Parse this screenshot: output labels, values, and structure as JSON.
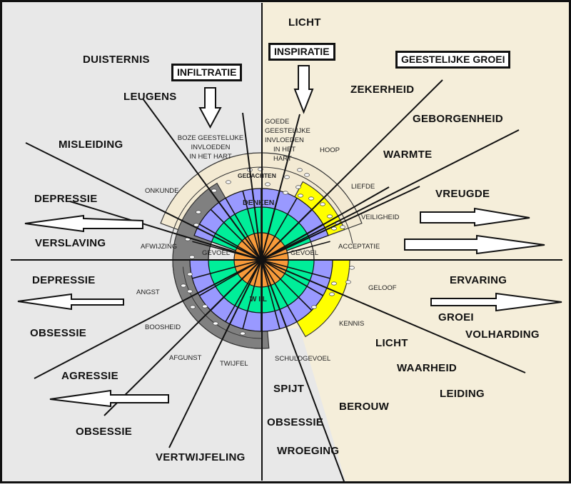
{
  "colors": {
    "left_background": "#e8e8e8",
    "right_background": "#f5eeda",
    "orange_core": "#f79a3a",
    "green_ring": "#00ee99",
    "blue_ring": "#9999ff",
    "gray_ring": "#808080",
    "yellow_ring": "#ffff00",
    "beige_arc": "#f3ead3"
  },
  "headers": {
    "infiltratie": "INFILTRATIE",
    "inspiratie": "INSPIRATIE",
    "geestelijke_groei": "GEESTELIJKE GROEI",
    "licht_top": "LICHT"
  },
  "influences": {
    "boze": [
      "BOZE GEESTELIJKE",
      "INVLOEDEN",
      "IN HET HART"
    ],
    "goede": [
      "GOEDE",
      "GEESTELIJKE",
      "INVLOEDEN",
      "IN HET",
      "HART"
    ]
  },
  "center": {
    "denken": "DENKEN",
    "gedachten": "GEDACHTEN",
    "gevoel_left": "GEVOEL",
    "gevoel_right": "GEVOEL",
    "wil": "W I L"
  },
  "inner_labels": {
    "onkunde": "ONKUNDE",
    "afwijzing": "AFWIJZING",
    "angst": "ANGST",
    "boosheid": "BOOSHEID",
    "afgunst": "AFGUNST",
    "twijfel": "TWIJFEL",
    "schuldgevoel": "SCHULDGEVOEL",
    "hoop": "HOOP",
    "liefde": "LIEFDE",
    "veiligheid": "VEILIGHEID",
    "acceptatie": "ACCEPTATIE",
    "geloof": "GELOOF",
    "kennis": "KENNIS"
  },
  "negative_words": {
    "duisternis": "DUISTERNIS",
    "leugens": "LEUGENS",
    "misleiding": "MISLEIDING",
    "depressie_top": "DEPRESSIE",
    "verslaving": "VERSLAVING",
    "depressie_bottom": "DEPRESSIE",
    "obsessie_left": "OBSESSIE",
    "agressie": "AGRESSIE",
    "obsessie_bottom": "OBSESSIE",
    "vertwijfeling": "VERTWIJFELING"
  },
  "middle_words": {
    "spijt": "SPIJT",
    "obsessie": "OBSESSIE",
    "wroeging": "WROEGING"
  },
  "positive_words": {
    "zekerheid": "ZEKERHEID",
    "geborgenheid": "GEBORGENHEID",
    "warmte": "WARMTE",
    "vreugde": "VREUGDE",
    "ervaring": "ERVARING",
    "groei": "GROEI",
    "volharding": "VOLHARDING",
    "licht": "LICHT",
    "waarheid": "WAARHEID",
    "leiding": "LEIDING",
    "berouw": "BEROUW"
  }
}
